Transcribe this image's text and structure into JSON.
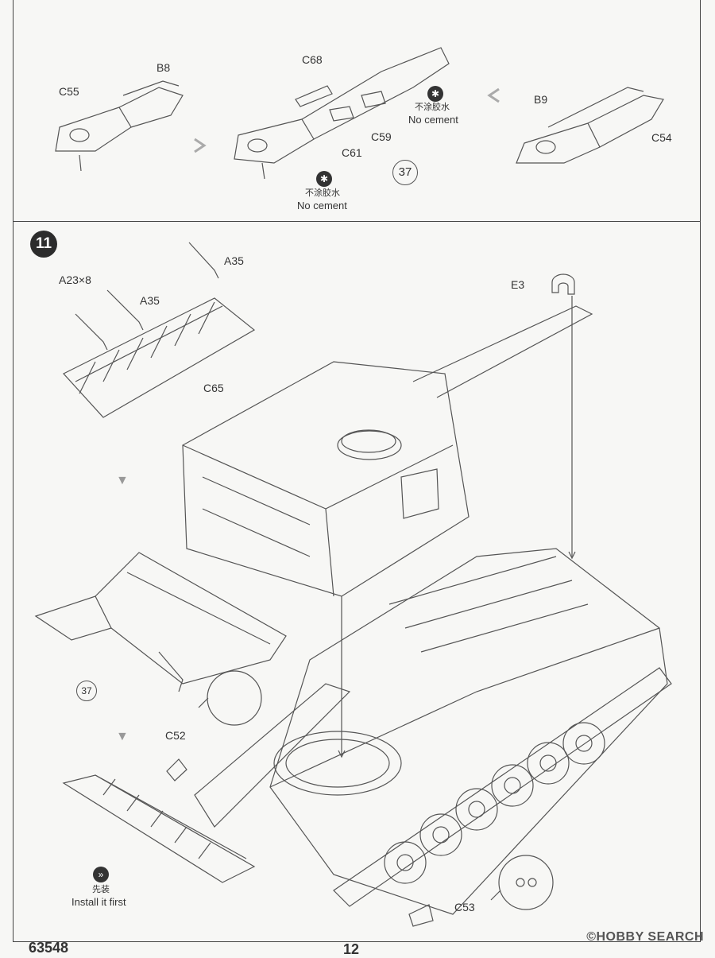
{
  "top": {
    "labels": {
      "c55": "C55",
      "b8": "B8",
      "c68": "C68",
      "c61": "C61",
      "c59": "C59",
      "b9": "B9",
      "c54": "C54"
    },
    "no_cement_1": {
      "zh": "不涂胶水",
      "en": "No cement"
    },
    "no_cement_2": {
      "zh": "不涂胶水",
      "en": "No cement"
    },
    "ref_step": "37"
  },
  "bottom": {
    "step_number": "11",
    "labels": {
      "a23": "A23×8",
      "a35_top": "A35",
      "a35_mid": "A35",
      "c65": "C65",
      "e3": "E3",
      "c52": "C52",
      "c53": "C53"
    },
    "ref_step": "37",
    "install_first": {
      "zh": "先装",
      "en": "Install it first"
    }
  },
  "footer": {
    "product_number": "63548",
    "page_number": "12",
    "watermark": "©HOBBY SEARCH"
  }
}
